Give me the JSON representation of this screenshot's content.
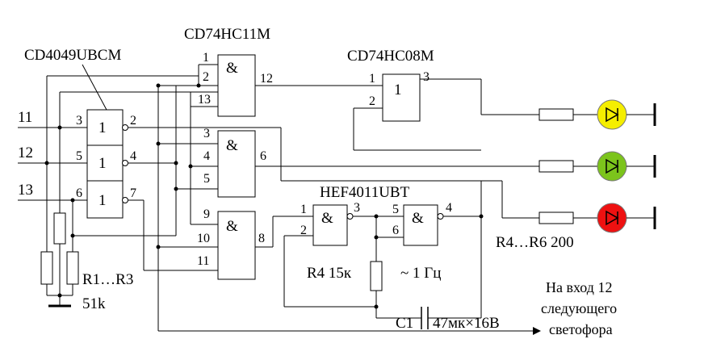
{
  "chips": {
    "inverter": "CD4049UBCM",
    "and3": "CD74HC11M",
    "and2": "CD74HC08M",
    "nand": "HEF4011UBT"
  },
  "gate_symbols": {
    "inv": "1",
    "and": "&",
    "buf": "1"
  },
  "inputs": {
    "in11": "11",
    "in12": "12",
    "in13": "13"
  },
  "pins": {
    "inv_in_top": "3",
    "inv_out_top": "2",
    "inv_in_mid": "5",
    "inv_out_mid": "4",
    "inv_in_bot": "6",
    "inv_out_bot": "7",
    "g1_in1": "1",
    "g1_in2": "2",
    "g1_in3": "13",
    "g1_out": "12",
    "g2_in1": "3",
    "g2_in2": "4",
    "g2_in3": "5",
    "g2_out": "6",
    "g3_in1": "9",
    "g3_in2": "10",
    "g3_in3": "11",
    "g3_out": "8",
    "and2_in1": "1",
    "and2_in2": "2",
    "and2_out": "3",
    "nand1_in1": "1",
    "nand1_in2": "2",
    "nand1_out": "3",
    "nand2_in1": "5",
    "nand2_in2": "6",
    "nand2_out": "4"
  },
  "labels": {
    "r1r3": "R1…R3",
    "r1r3_value": "51k",
    "r4": "R4 15к",
    "freq": "~ 1 Гц",
    "c1": "C1",
    "c1_value": "47мк×16B",
    "r4r6": "R4…R6 200",
    "note_line1": "На вход 12",
    "note_line2": "следующего",
    "note_line3": "светофора"
  },
  "colors": {
    "led_yellow": "#f5ee00",
    "led_green": "#7cc41c",
    "led_red": "#ee1111"
  }
}
